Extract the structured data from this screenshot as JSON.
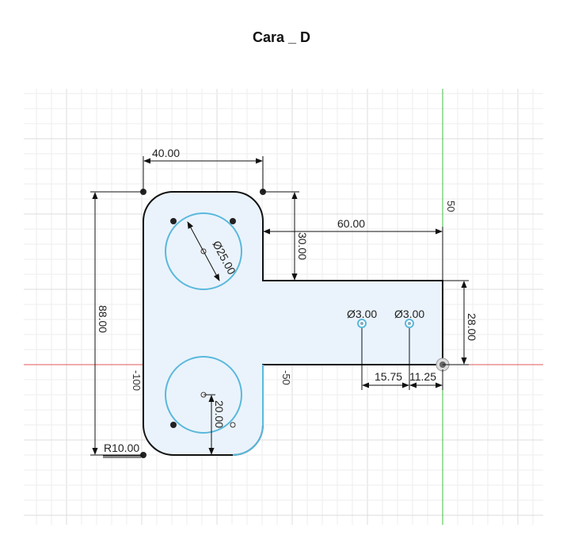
{
  "title": "Cara _ D",
  "colors": {
    "profile": "#111111",
    "fill": "#eaf3fb",
    "circle": "#5ab8dc",
    "x_axis": "#e05a5a",
    "y_axis": "#3fbf3f",
    "grid_minor": "#eeeeee",
    "grid_major": "#dcdcdc"
  },
  "dimensions": {
    "width_top": "40.00",
    "arm_length": "60.00",
    "drop": "30.00",
    "arm_height": "28.00",
    "height": "88.00",
    "big_hole": "Ø25.00",
    "small_hole_1": "Ø3.00",
    "small_hole_2": "Ø3.00",
    "spacing_1": "15.75",
    "spacing_2": "11.25",
    "offset_20": "20.00",
    "radius": "R10.00"
  },
  "axis_labels": {
    "y_50": "50",
    "x_neg50": "-50",
    "x_neg100": "-100"
  }
}
